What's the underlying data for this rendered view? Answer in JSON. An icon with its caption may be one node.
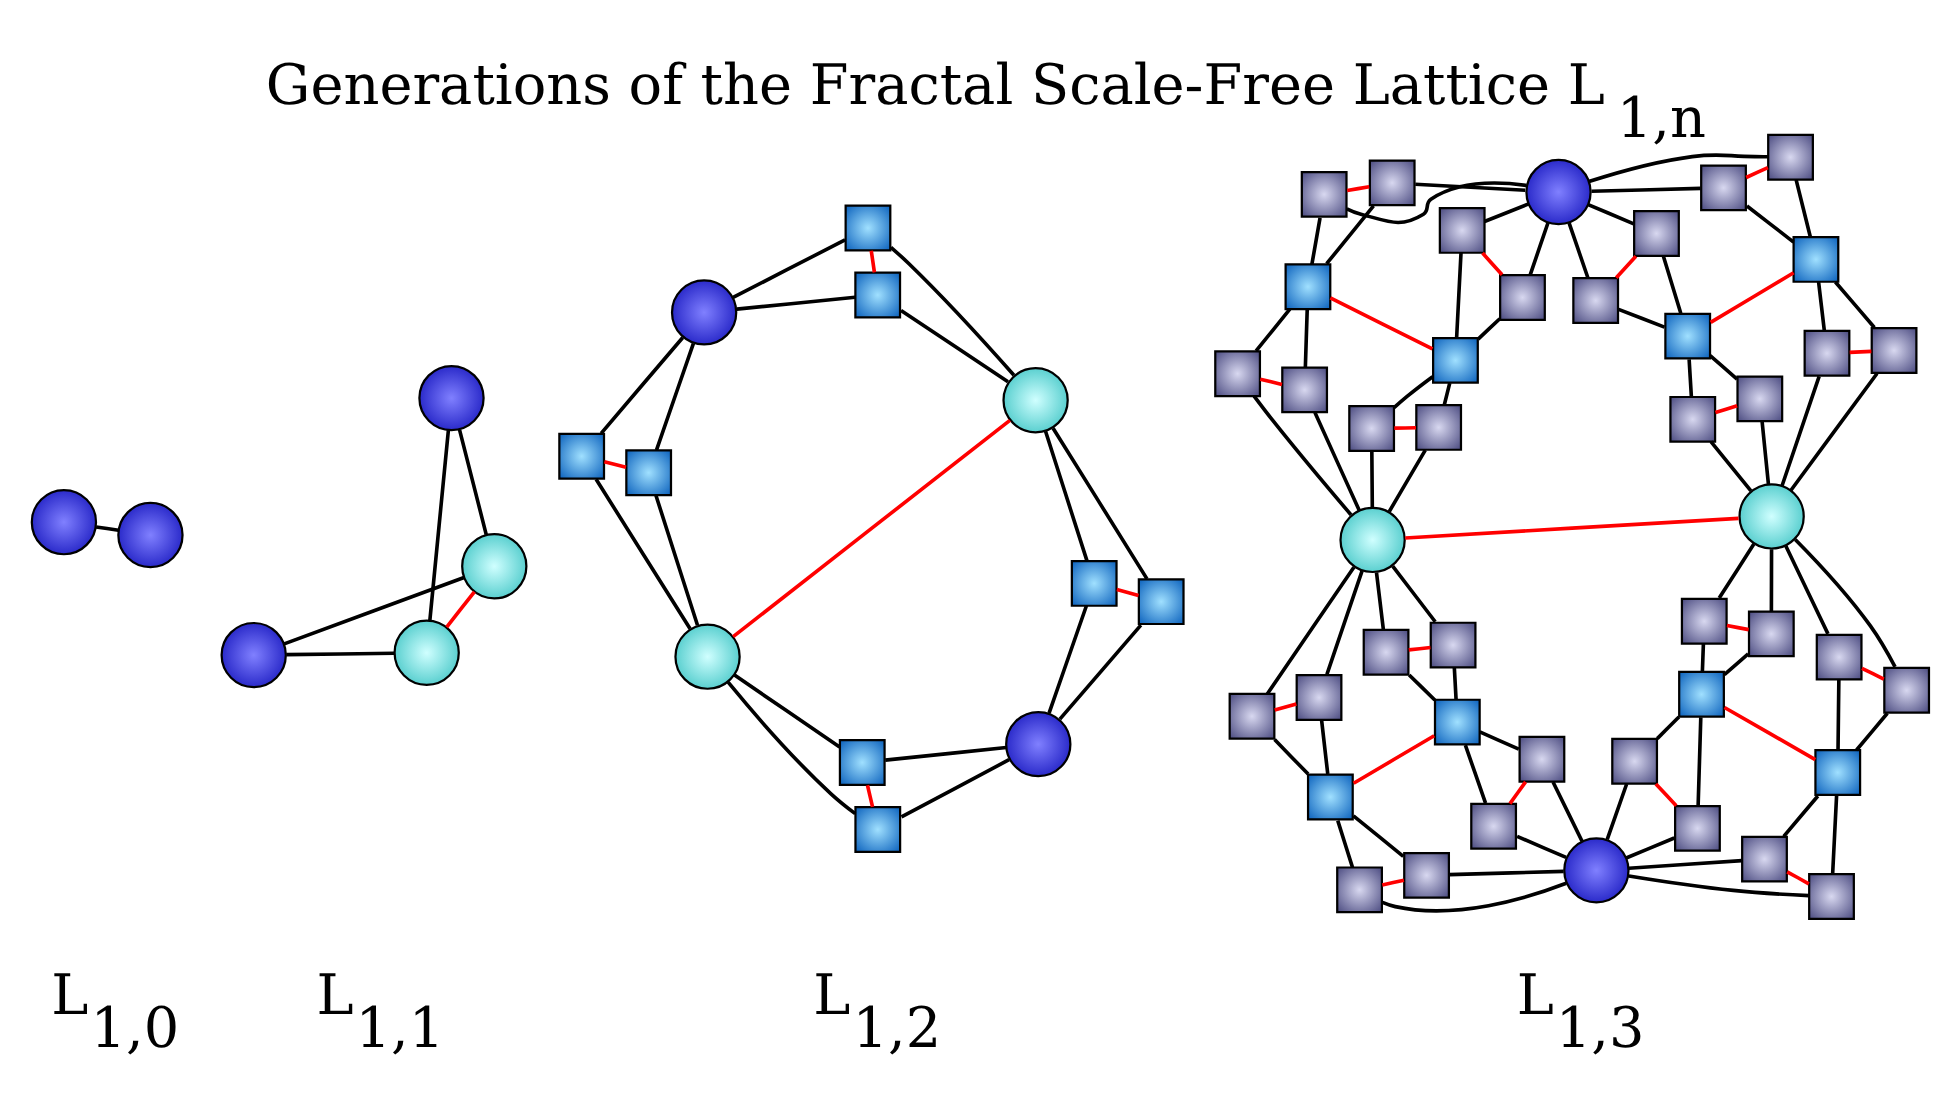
{
  "diagram": {
    "title": "Generations of the Fractal Scale-Free Lattice L$_{1,n}$",
    "nodes": [
      {
        "text": [],
        "shape": "circle"
      },
      {
        "text": [],
        "shape": "circle"
      },
      {
        "text": [],
        "shape": "circle"
      },
      {
        "text": [],
        "shape": "circle"
      },
      {
        "text": [],
        "shape": "circle"
      },
      {
        "text": [],
        "shape": "circle"
      },
      {
        "text": [],
        "shape": "circle"
      },
      {
        "text": [],
        "shape": "box"
      },
      {
        "text": [],
        "shape": "box"
      },
      {
        "text": [],
        "shape": "box"
      },
      {
        "text": [],
        "shape": "box"
      },
      {
        "text": [],
        "shape": "circle"
      },
      {
        "text": [],
        "shape": "circle"
      },
      {
        "text": [],
        "shape": "box"
      },
      {
        "text": [],
        "shape": "box"
      },
      {
        "text": [],
        "shape": "box"
      },
      {
        "text": [],
        "shape": "box"
      },
      {
        "text": [],
        "shape": "circle"
      },
      {
        "text": [],
        "shape": "box"
      },
      {
        "text": [],
        "shape": "box"
      },
      {
        "text": [],
        "shape": "circle"
      },
      {
        "text": [],
        "shape": "box"
      },
      {
        "text": [],
        "shape": "box"
      },
      {
        "text": [],
        "shape": "box"
      },
      {
        "text": [],
        "shape": "box"
      },
      {
        "text": [],
        "shape": "box"
      },
      {
        "text": [],
        "shape": "box"
      },
      {
        "text": [],
        "shape": "box"
      },
      {
        "text": [],
        "shape": "box"
      },
      {
        "text": [],
        "shape": "box"
      },
      {
        "text": [],
        "shape": "box"
      },
      {
        "text": [],
        "shape": "box"
      },
      {
        "text": [],
        "shape": "box"
      },
      {
        "text": [],
        "shape": "box"
      },
      {
        "text": [],
        "shape": "box"
      },
      {
        "text": [],
        "shape": "box"
      },
      {
        "text": [],
        "shape": "box"
      },
      {
        "text": [],
        "shape": "box"
      },
      {
        "text": [],
        "shape": "box"
      },
      {
        "text": [],
        "shape": "circle"
      },
      {
        "text": [],
        "shape": "circle"
      },
      {
        "text": [],
        "shape": "box"
      },
      {
        "text": [],
        "shape": "box"
      },
      {
        "text": [],
        "shape": "box"
      },
      {
        "text": [],
        "shape": "box"
      },
      {
        "text": [],
        "shape": "box"
      },
      {
        "text": [],
        "shape": "box"
      },
      {
        "text": [],
        "shape": "box"
      },
      {
        "text": [],
        "shape": "box"
      },
      {
        "text": [],
        "shape": "box"
      },
      {
        "text": [],
        "shape": "box"
      },
      {
        "text": [],
        "shape": "box"
      },
      {
        "text": [],
        "shape": "box"
      },
      {
        "text": [],
        "shape": "box"
      },
      {
        "text": [],
        "shape": "box"
      },
      {
        "text": [],
        "shape": "box"
      },
      {
        "text": [],
        "shape": "box"
      },
      {
        "text": [],
        "shape": "box"
      },
      {
        "text": [],
        "shape": "box"
      },
      {
        "text": [],
        "shape": "circle"
      },
      {
        "text": [],
        "shape": "box"
      },
      {
        "text": [],
        "shape": "box"
      }
    ],
    "edges": [
      {
        "from": 0,
        "to": 1,
        "arrow": "none"
      },
      {
        "from": 2,
        "to": 3,
        "arrow": "none"
      },
      {
        "from": 2,
        "to": 4,
        "arrow": "none"
      },
      {
        "from": 3,
        "to": 4,
        "arrow": "none",
        "color": "#ff0000"
      },
      {
        "from": 3,
        "to": 5,
        "arrow": "none"
      },
      {
        "from": 4,
        "to": 5,
        "arrow": "none"
      },
      {
        "from": 6,
        "to": 7,
        "arrow": "none"
      },
      {
        "from": 7,
        "to": 11,
        "arrow": "none"
      },
      {
        "from": 6,
        "to": 9,
        "arrow": "none"
      },
      {
        "from": 9,
        "to": 11,
        "arrow": "none"
      },
      {
        "from": 7,
        "to": 9,
        "arrow": "none",
        "color": "#ff0000"
      },
      {
        "from": 6,
        "to": 8,
        "arrow": "none"
      },
      {
        "from": 8,
        "to": 12,
        "arrow": "none"
      },
      {
        "from": 6,
        "to": 10,
        "arrow": "none"
      },
      {
        "from": 10,
        "to": 12,
        "arrow": "none"
      },
      {
        "from": 8,
        "to": 10,
        "arrow": "none",
        "color": "#ff0000"
      },
      {
        "from": 11,
        "to": 12,
        "arrow": "none",
        "color": "#ff0000"
      },
      {
        "from": 11,
        "to": 13,
        "arrow": "none"
      },
      {
        "from": 13,
        "to": 17,
        "arrow": "none"
      },
      {
        "from": 11,
        "to": 15,
        "arrow": "none"
      },
      {
        "from": 15,
        "to": 17,
        "arrow": "none"
      },
      {
        "from": 13,
        "to": 15,
        "arrow": "none",
        "color": "#ff0000"
      },
      {
        "from": 12,
        "to": 14,
        "arrow": "none"
      },
      {
        "from": 14,
        "to": 17,
        "arrow": "none"
      },
      {
        "from": 12,
        "to": 16,
        "arrow": "none"
      },
      {
        "from": 16,
        "to": 17,
        "arrow": "none"
      },
      {
        "from": 14,
        "to": 16,
        "arrow": "none",
        "color": "#ff0000"
      },
      {
        "from": 20,
        "to": 18,
        "arrow": "none"
      },
      {
        "from": 18,
        "to": 21,
        "arrow": "none"
      },
      {
        "from": 20,
        "to": 22,
        "arrow": "none"
      },
      {
        "from": 22,
        "to": 21,
        "arrow": "none"
      },
      {
        "from": 18,
        "to": 22,
        "arrow": "none",
        "color": "#ff0000"
      },
      {
        "from": 20,
        "to": 25,
        "arrow": "none"
      },
      {
        "from": 25,
        "to": 33,
        "arrow": "none"
      },
      {
        "from": 20,
        "to": 27,
        "arrow": "none"
      },
      {
        "from": 27,
        "to": 33,
        "arrow": "none"
      },
      {
        "from": 25,
        "to": 27,
        "arrow": "none",
        "color": "#ff0000"
      },
      {
        "from": 20,
        "to": 19,
        "arrow": "none"
      },
      {
        "from": 19,
        "to": 24,
        "arrow": "none"
      },
      {
        "from": 20,
        "to": 23,
        "arrow": "none"
      },
      {
        "from": 23,
        "to": 24,
        "arrow": "none"
      },
      {
        "from": 19,
        "to": 23,
        "arrow": "none",
        "color": "#ff0000"
      },
      {
        "from": 20,
        "to": 26,
        "arrow": "none"
      },
      {
        "from": 26,
        "to": 34,
        "arrow": "none"
      },
      {
        "from": 20,
        "to": 28,
        "arrow": "none"
      },
      {
        "from": 28,
        "to": 34,
        "arrow": "none"
      },
      {
        "from": 26,
        "to": 28,
        "arrow": "none",
        "color": "#ff0000"
      },
      {
        "from": 21,
        "to": 33,
        "arrow": "none",
        "color": "#ff0000"
      },
      {
        "from": 24,
        "to": 34,
        "arrow": "none",
        "color": "#ff0000"
      },
      {
        "from": 21,
        "to": 29,
        "arrow": "none"
      },
      {
        "from": 29,
        "to": 39,
        "arrow": "none"
      },
      {
        "from": 21,
        "to": 31,
        "arrow": "none"
      },
      {
        "from": 31,
        "to": 39,
        "arrow": "none"
      },
      {
        "from": 29,
        "to": 31,
        "arrow": "none",
        "color": "#ff0000"
      },
      {
        "from": 33,
        "to": 35,
        "arrow": "none"
      },
      {
        "from": 35,
        "to": 39,
        "arrow": "none"
      },
      {
        "from": 33,
        "to": 37,
        "arrow": "none"
      },
      {
        "from": 37,
        "to": 39,
        "arrow": "none"
      },
      {
        "from": 35,
        "to": 37,
        "arrow": "none",
        "color": "#ff0000"
      },
      {
        "from": 24,
        "to": 30,
        "arrow": "none"
      },
      {
        "from": 30,
        "to": 40,
        "arrow": "none"
      },
      {
        "from": 24,
        "to": 32,
        "arrow": "none"
      },
      {
        "from": 32,
        "to": 40,
        "arrow": "none"
      },
      {
        "from": 30,
        "to": 32,
        "arrow": "none",
        "color": "#ff0000"
      },
      {
        "from": 34,
        "to": 36,
        "arrow": "none"
      },
      {
        "from": 36,
        "to": 40,
        "arrow": "none"
      },
      {
        "from": 34,
        "to": 38,
        "arrow": "none"
      },
      {
        "from": 38,
        "to": 40,
        "arrow": "none"
      },
      {
        "from": 36,
        "to": 38,
        "arrow": "none",
        "color": "#ff0000"
      },
      {
        "from": 39,
        "to": 40,
        "arrow": "none",
        "color": "#ff0000"
      },
      {
        "from": 39,
        "to": 41,
        "arrow": "none"
      },
      {
        "from": 41,
        "to": 45,
        "arrow": "none"
      },
      {
        "from": 39,
        "to": 43,
        "arrow": "none"
      },
      {
        "from": 43,
        "to": 45,
        "arrow": "none"
      },
      {
        "from": 41,
        "to": 43,
        "arrow": "none",
        "color": "#ff0000"
      },
      {
        "from": 39,
        "to": 47,
        "arrow": "none"
      },
      {
        "from": 47,
        "to": 55,
        "arrow": "none"
      },
      {
        "from": 39,
        "to": 49,
        "arrow": "none"
      },
      {
        "from": 49,
        "to": 55,
        "arrow": "none"
      },
      {
        "from": 47,
        "to": 49,
        "arrow": "none",
        "color": "#ff0000"
      },
      {
        "from": 40,
        "to": 42,
        "arrow": "none"
      },
      {
        "from": 42,
        "to": 46,
        "arrow": "none"
      },
      {
        "from": 40,
        "to": 44,
        "arrow": "none"
      },
      {
        "from": 44,
        "to": 46,
        "arrow": "none"
      },
      {
        "from": 42,
        "to": 44,
        "arrow": "none",
        "color": "#ff0000"
      },
      {
        "from": 40,
        "to": 48,
        "arrow": "none"
      },
      {
        "from": 48,
        "to": 58,
        "arrow": "none"
      },
      {
        "from": 40,
        "to": 50,
        "arrow": "none"
      },
      {
        "from": 50,
        "to": 58,
        "arrow": "none"
      },
      {
        "from": 48,
        "to": 50,
        "arrow": "none",
        "color": "#ff0000"
      },
      {
        "from": 45,
        "to": 55,
        "arrow": "none",
        "color": "#ff0000"
      },
      {
        "from": 46,
        "to": 58,
        "arrow": "none",
        "color": "#ff0000"
      },
      {
        "from": 45,
        "to": 53,
        "arrow": "none"
      },
      {
        "from": 53,
        "to": 59,
        "arrow": "none"
      },
      {
        "from": 45,
        "to": 51,
        "arrow": "none"
      },
      {
        "from": 51,
        "to": 59,
        "arrow": "none"
      },
      {
        "from": 53,
        "to": 51,
        "arrow": "none",
        "color": "#ff0000"
      },
      {
        "from": 55,
        "to": 56,
        "arrow": "none"
      },
      {
        "from": 56,
        "to": 59,
        "arrow": "none"
      },
      {
        "from": 55,
        "to": 60,
        "arrow": "none"
      },
      {
        "from": 60,
        "to": 59,
        "arrow": "none"
      },
      {
        "from": 56,
        "to": 60,
        "arrow": "none",
        "color": "#ff0000"
      },
      {
        "from": 46,
        "to": 54,
        "arrow": "none"
      },
      {
        "from": 54,
        "to": 59,
        "arrow": "none"
      },
      {
        "from": 46,
        "to": 52,
        "arrow": "none"
      },
      {
        "from": 52,
        "to": 59,
        "arrow": "none"
      },
      {
        "from": 54,
        "to": 52,
        "arrow": "none",
        "color": "#ff0000"
      },
      {
        "from": 58,
        "to": 57,
        "arrow": "none"
      },
      {
        "from": 57,
        "to": 59,
        "arrow": "none"
      },
      {
        "from": 58,
        "to": 61,
        "arrow": "none"
      },
      {
        "from": 61,
        "to": 59,
        "arrow": "none"
      },
      {
        "from": 57,
        "to": 61,
        "arrow": "none",
        "color": "#ff0000"
      }
    ],
    "labels": [
      "L$_{1,0}$",
      "L$_{1,1}$",
      "L$_{1,2}$",
      "L$_{1,3}$"
    ]
  }
}
